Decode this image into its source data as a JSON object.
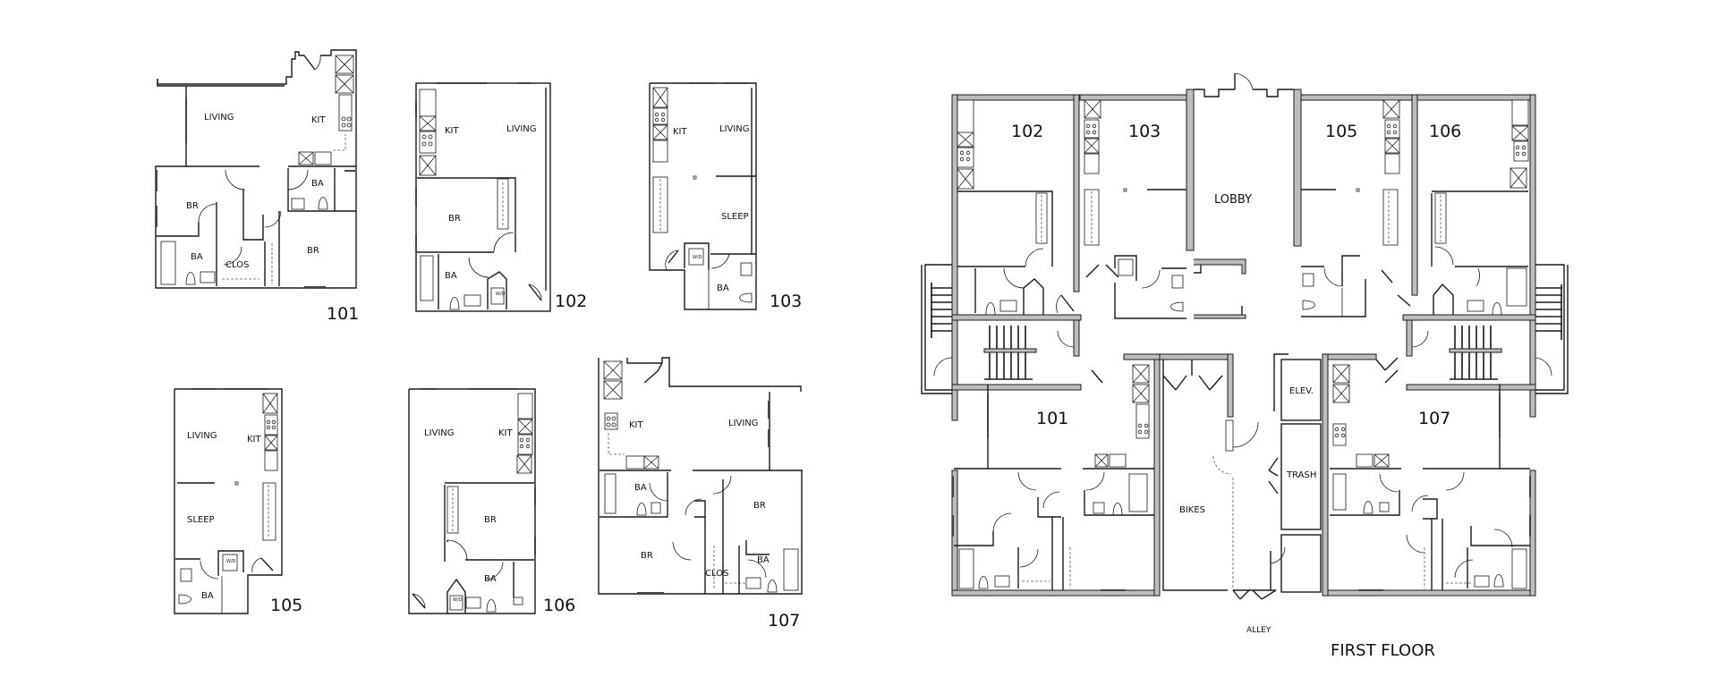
{
  "sheet": {
    "title": "FIRST FLOOR",
    "street_label": "ALLEY"
  },
  "unit_plans": [
    {
      "unit": "101",
      "rooms": [
        "LIVING",
        "KIT",
        "BR",
        "BA",
        "BA",
        "CLOS",
        "BR"
      ]
    },
    {
      "unit": "102",
      "rooms": [
        "KIT",
        "LIVING",
        "BR",
        "BA"
      ],
      "appliance": "W/D"
    },
    {
      "unit": "103",
      "rooms": [
        "KIT",
        "LIVING",
        "SLEEP",
        "BA"
      ],
      "appliance": "W/D"
    },
    {
      "unit": "105",
      "rooms": [
        "LIVING",
        "KIT",
        "SLEEP",
        "BA"
      ],
      "appliance": "W/D"
    },
    {
      "unit": "106",
      "rooms": [
        "LIVING",
        "KIT",
        "BR",
        "BA"
      ],
      "appliance": "W/D"
    },
    {
      "unit": "107",
      "rooms": [
        "KIT",
        "LIVING",
        "BA",
        "BR",
        "BR",
        "BA",
        "CLOS"
      ]
    }
  ],
  "building_plan": {
    "units": [
      "102",
      "103",
      "105",
      "106",
      "101",
      "107"
    ],
    "common_spaces": [
      "LOBBY",
      "ELEV.",
      "TRASH",
      "BIKES"
    ]
  }
}
